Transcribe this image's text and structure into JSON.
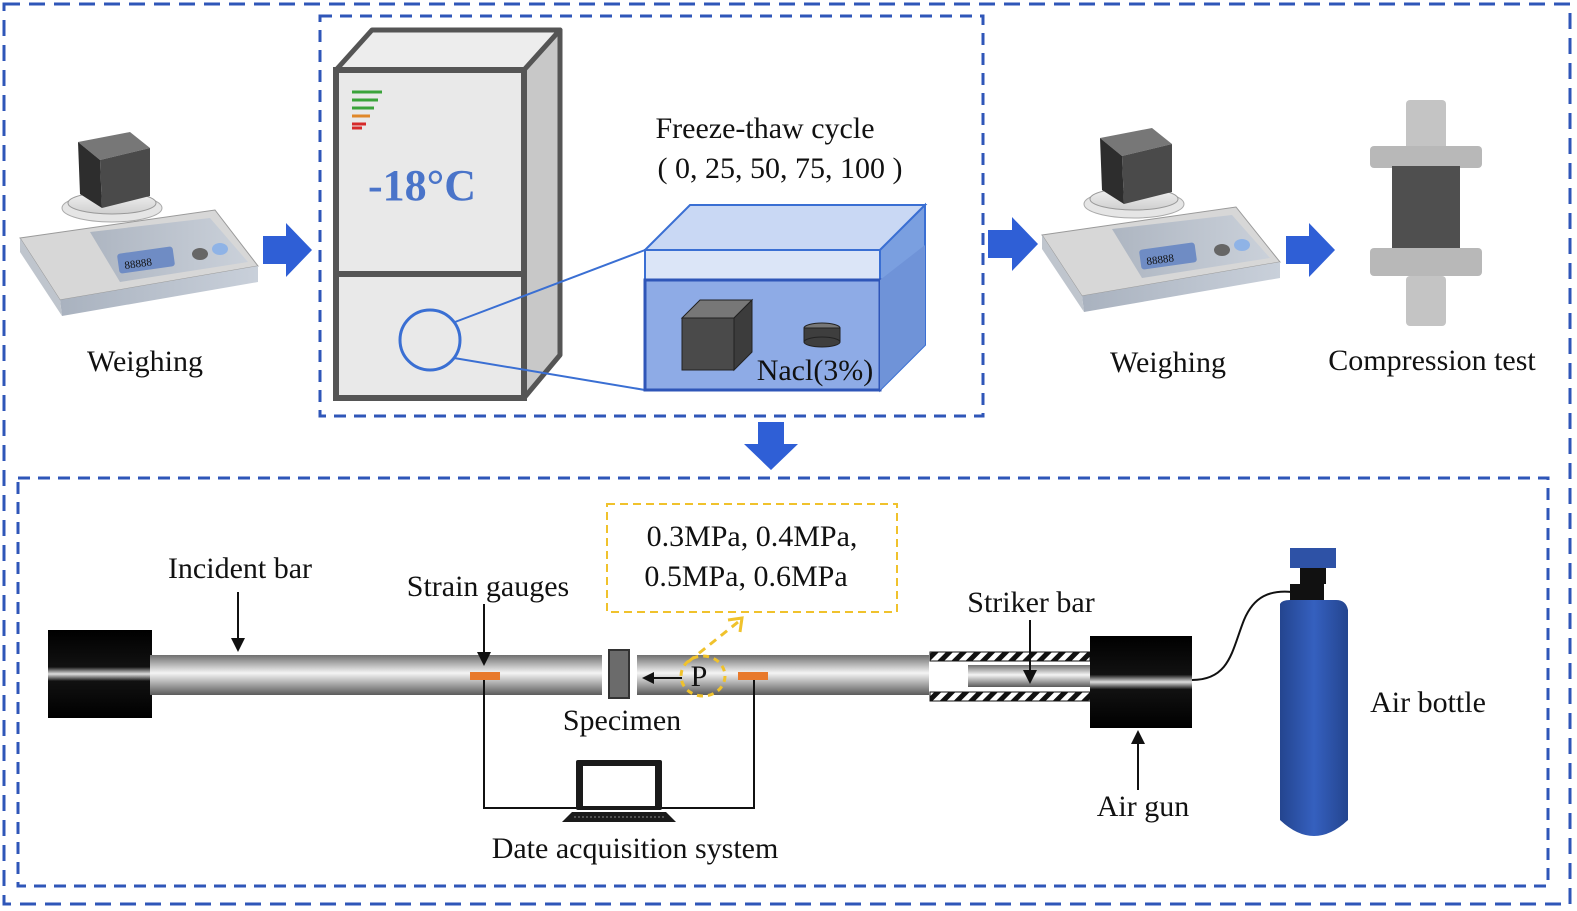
{
  "colors": {
    "frame": "#2f56b8",
    "arrow": "#2f5fd6",
    "water": "#8eabe6",
    "water_top": "#c9d8f4",
    "gauge": "#e8792b",
    "pressure_box": "#f0c22c",
    "bottle": "#2e52a6"
  },
  "labels": {
    "weighing_1": "Weighing",
    "temperature": "-18°C",
    "freeze_thaw_title": "Freeze-thaw cycle",
    "freeze_thaw_values": "( 0, 25, 50, 75, 100 )",
    "nacl": "Nacl(3%)",
    "weighing_2": "Weighing",
    "compression_test": "Compression test",
    "incident_bar": "Incident bar",
    "strain_gauges": "Strain gauges",
    "pressure_line1": "0.3MPa, 0.4MPa,",
    "pressure_line2": "0.5MPa, 0.6MPa",
    "striker_bar": "Striker bar",
    "specimen": "Specimen",
    "p": "P",
    "air_bottle": "Air bottle",
    "air_gun": "Air gun",
    "daq": "Date acquisition system",
    "scale_display": "88888"
  },
  "icons": [
    "balance-scale-icon",
    "freezer-icon",
    "water-tank-icon",
    "compression-rig-icon",
    "laptop-icon",
    "air-bottle-icon",
    "flow-arrow-icon"
  ]
}
